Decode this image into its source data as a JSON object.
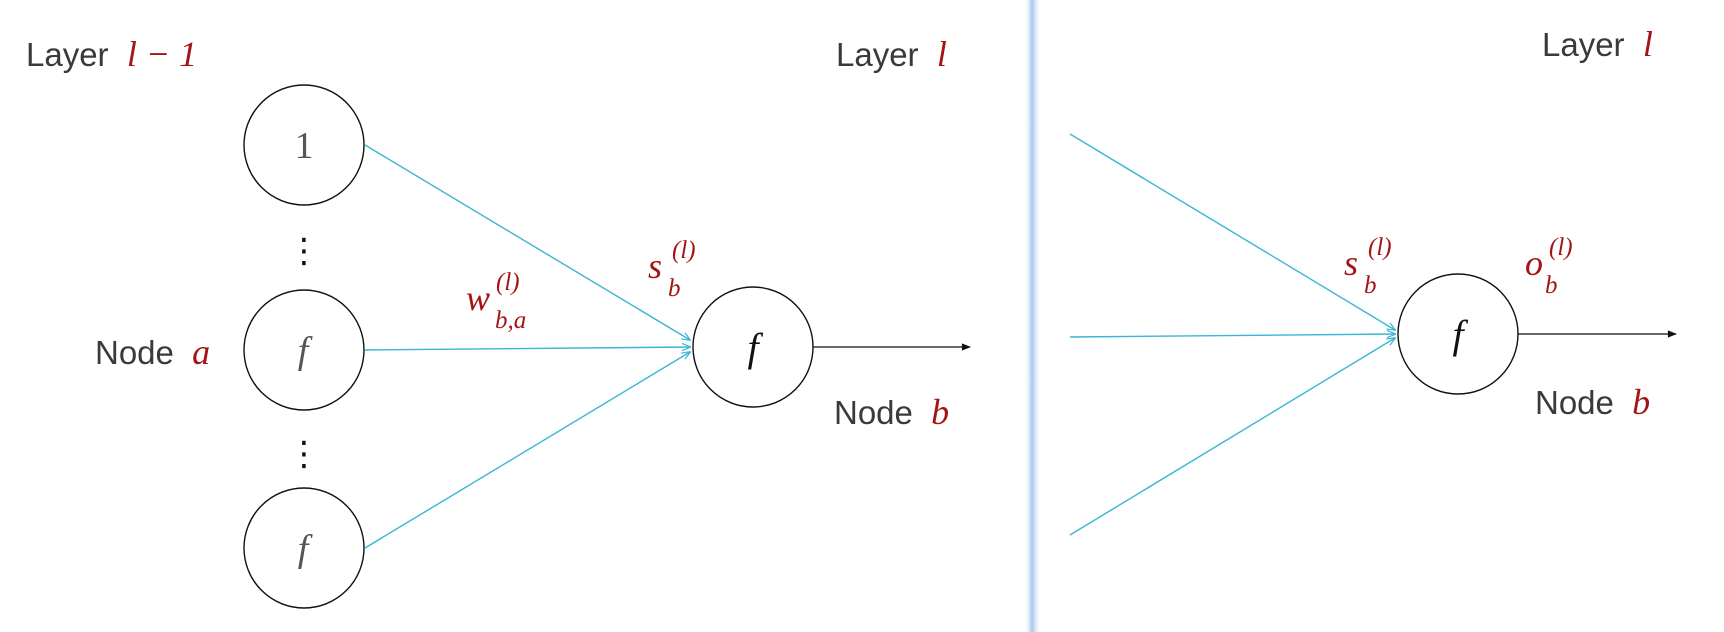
{
  "colors": {
    "accent_math": "#a31515",
    "connection": "#3ab5d6",
    "text": "#3a3a3a",
    "node_stroke": "#111111",
    "divider": "#a9c6f2"
  },
  "left_panel": {
    "layer_prev": {
      "word": "Layer",
      "var": "l − 1"
    },
    "layer_cur": {
      "word": "Layer",
      "var": "l"
    },
    "node_a": {
      "word": "Node",
      "var": "a"
    },
    "node_b": {
      "word": "Node",
      "var": "b"
    },
    "input_nodes": [
      "1",
      "f",
      "f"
    ],
    "ellipsis": "⋮",
    "target_node": "f",
    "weight": {
      "base": "w",
      "sub": "b,a",
      "sup": "(l)"
    },
    "signal": {
      "base": "s",
      "sub": "b",
      "sup": "(l)"
    }
  },
  "right_panel": {
    "layer_cur": {
      "word": "Layer",
      "var": "l"
    },
    "node_b": {
      "word": "Node",
      "var": "b"
    },
    "target_node": "f",
    "signal": {
      "base": "s",
      "sub": "b",
      "sup": "(l)"
    },
    "output": {
      "base": "o",
      "sub": "b",
      "sup": "(l)"
    }
  }
}
